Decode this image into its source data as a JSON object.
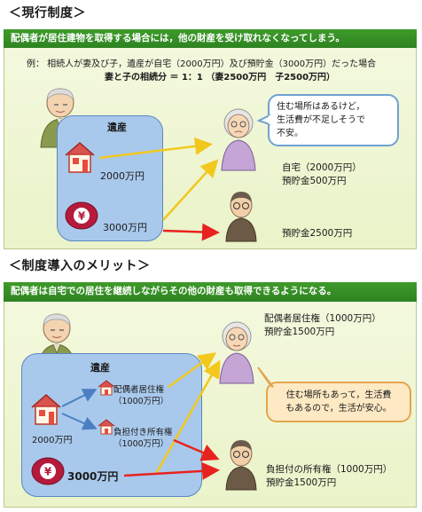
{
  "top": {
    "heading": "＜現行制度＞",
    "banner": "配偶者が居住建物を取得する場合には，他の財産を受け取れなくなってしまう。",
    "example_line": "例：  相続人が妻及び子，遺産が自宅（2000万円）及び預貯金（3000万円）だった場合",
    "ratio_line": "妻と子の相続分 ＝ 1：1 （妻2500万円　子2500万円）",
    "estate_label": "遺産",
    "house_value": "2000万円",
    "money_value": "3000万円",
    "bubble_lines": [
      "住む場所はあるけど，",
      "生活費が不足しそうで",
      "不安。"
    ],
    "wife_lines": [
      "自宅（2000万円）",
      "預貯金500万円"
    ],
    "child_lines": [
      "預貯金2500万円"
    ]
  },
  "bottom": {
    "heading": "＜制度導入のメリット＞",
    "banner": "配偶者は自宅での居住を継続しながらその他の財産も取得できるようになる。",
    "estate_label": "遺産",
    "right1_lines": [
      "配偶者居住権",
      "（1000万円）"
    ],
    "right2_lines": [
      "負担付き所有権",
      "（1000万円）"
    ],
    "house_value": "2000万円",
    "money_value": "3000万円",
    "wife_lines": [
      "配偶者居住権（1000万円）",
      "預貯金1500万円"
    ],
    "bubble_lines": [
      "住む場所もあって，生活費",
      "もあるので，生活が安心。"
    ],
    "child_lines": [
      "負担付の所有権（1000万円）",
      "預貯金1500万円"
    ]
  },
  "colors": {
    "banner_green": "#2e8321",
    "panel_bg": "#eef5d2",
    "estate_blue": "#a9c9ec",
    "arrow_yellow": "#f2c81e",
    "arrow_red": "#e8231f",
    "arrow_blue": "#4a7fc1",
    "money_crimson": "#b41a3c"
  },
  "icons": [
    "elderly-man-icon",
    "house-icon",
    "money-bag-yen-icon",
    "elderly-woman-icon",
    "man-in-glasses-icon",
    "small-house-icon"
  ]
}
